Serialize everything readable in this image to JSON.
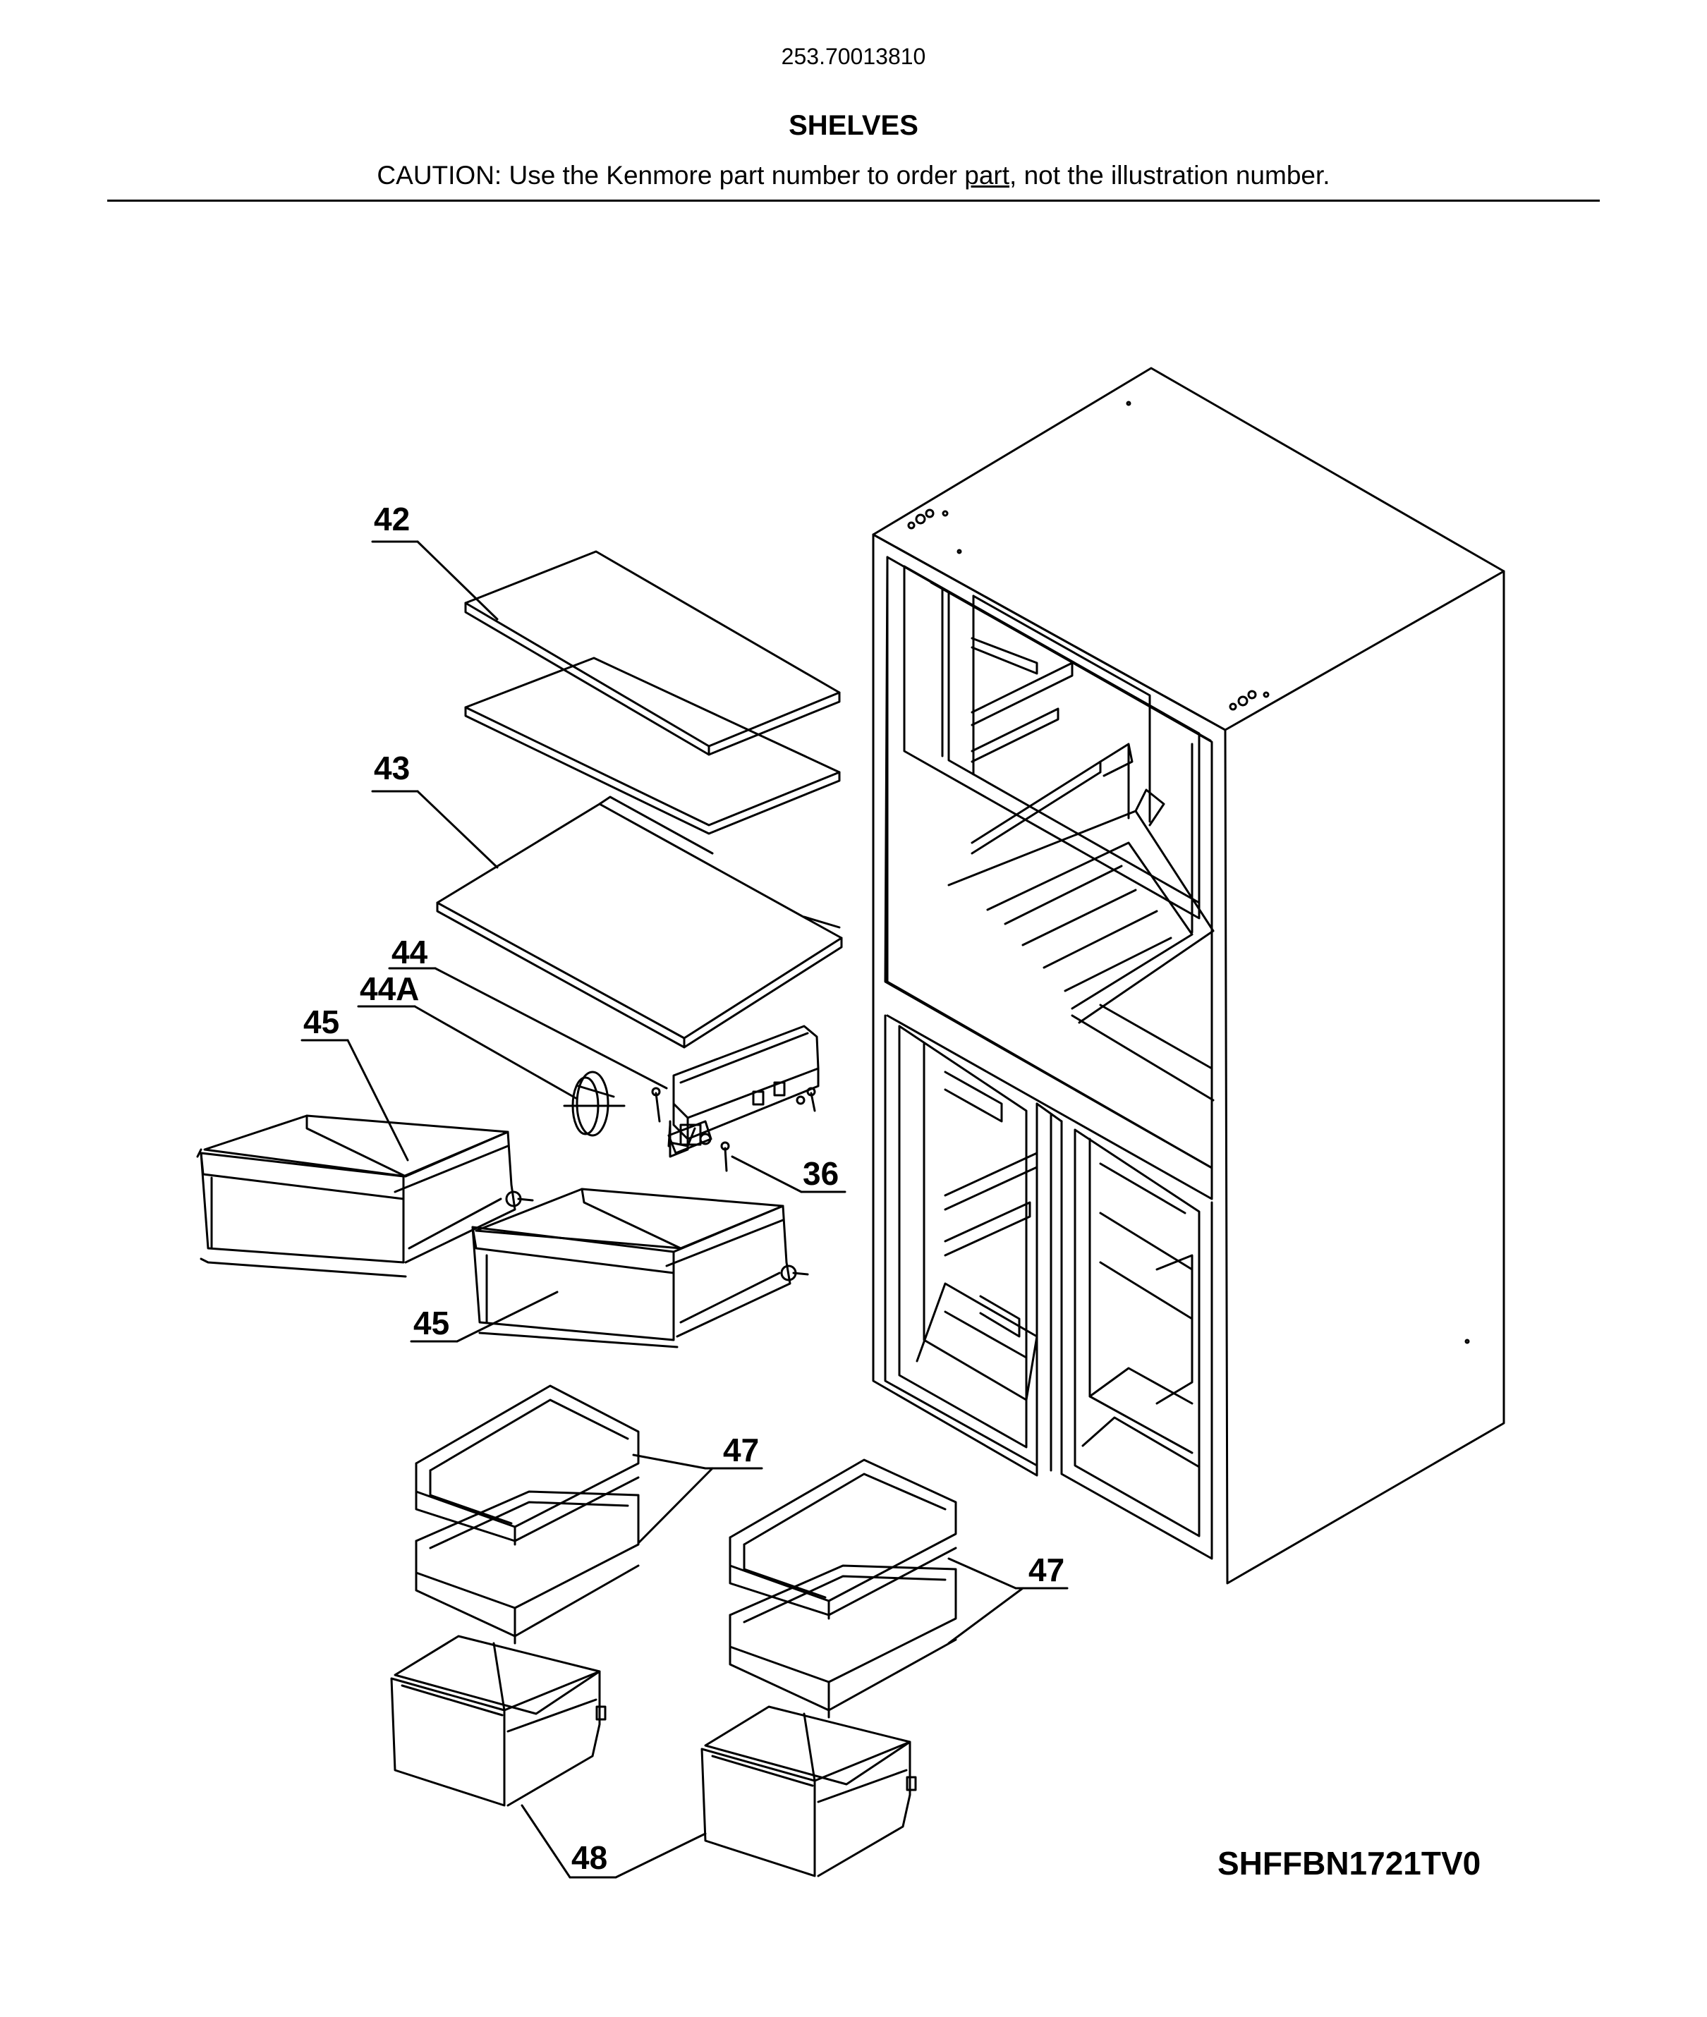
{
  "header": {
    "model_number": "253.70013810",
    "section_title": "SHELVES",
    "caution_prefix": "CAUTION: Use the Kenmore part number to order ",
    "caution_underlined": "part",
    "caution_suffix": ", not the illustration number."
  },
  "callouts": [
    "42",
    "43",
    "44",
    "44A",
    "45",
    "36",
    "45",
    "47",
    "47",
    "48"
  ],
  "diagram_id": "SHFFBN1721TV0"
}
